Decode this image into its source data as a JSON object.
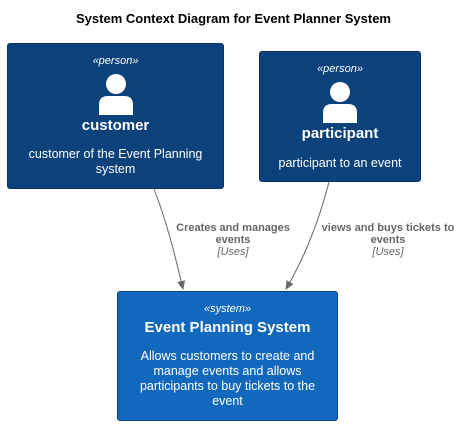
{
  "title": "System Context Diagram for Event Planner System",
  "colors": {
    "person_fill": "#0b427c",
    "system_fill": "#1168bd",
    "edge": "#666666",
    "text_on_node": "#ffffff"
  },
  "nodes": {
    "customer": {
      "stereotype": "«person»",
      "name": "customer",
      "description": "customer of the Event Planning system",
      "icon": "person-icon"
    },
    "participant": {
      "stereotype": "«person»",
      "name": "participant",
      "description": "participant to an event",
      "icon": "person-icon"
    },
    "system": {
      "stereotype": "«system»",
      "name": "Event Planning System",
      "description": "Allows customers to create and manage events and allows participants to buy tickets to the event"
    }
  },
  "edges": [
    {
      "from": "customer",
      "to": "Event Planning System",
      "label": "Creates and manages events",
      "technology": "[Uses]"
    },
    {
      "from": "participant",
      "to": "Event Planning System",
      "label": "views and buys tickets to events",
      "technology": "[Uses]"
    }
  ]
}
